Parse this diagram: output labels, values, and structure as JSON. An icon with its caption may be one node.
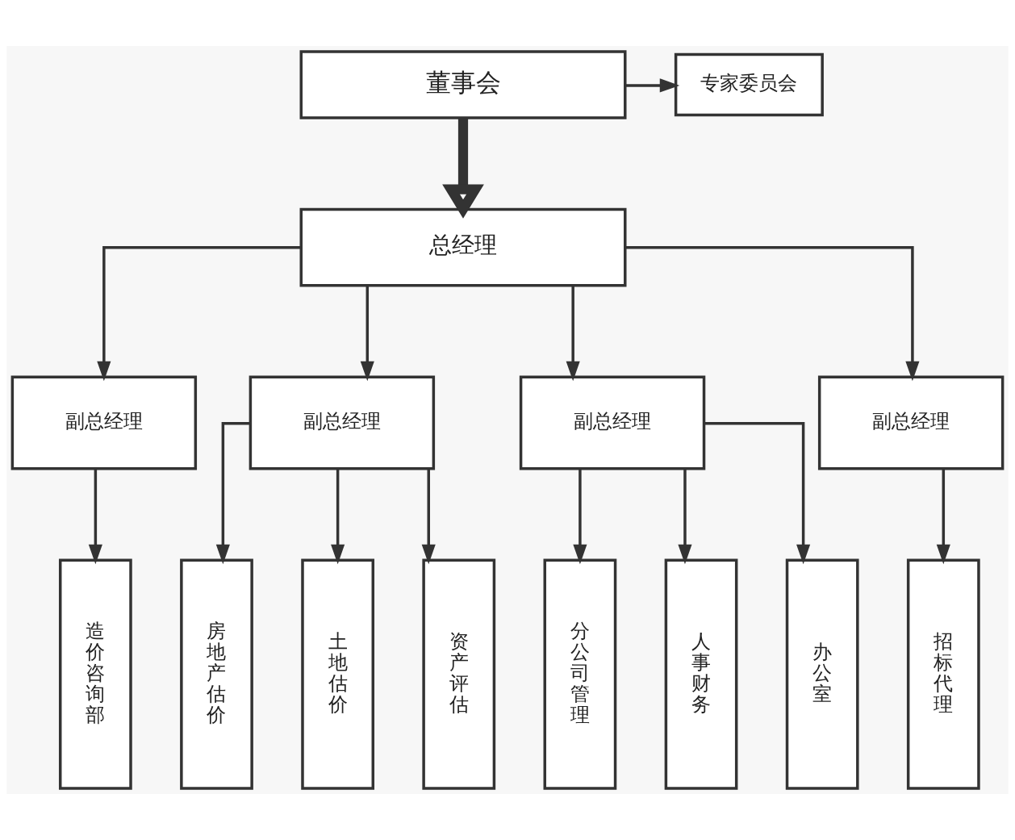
{
  "diagram": {
    "nodes": [
      {
        "text": [
          "董事会"
        ]
      },
      {
        "text": [
          "专家委员会"
        ]
      },
      {
        "text": [
          "总经理"
        ]
      },
      {
        "text": [
          "副总经理"
        ]
      },
      {
        "text": [
          "副总经理"
        ]
      },
      {
        "text": [
          "副总经理"
        ]
      },
      {
        "text": [
          "副总经理"
        ]
      },
      {
        "text": [
          "造价咨询部"
        ]
      },
      {
        "text": [
          "房地产估价"
        ]
      },
      {
        "text": [
          "土地估价"
        ]
      },
      {
        "text": [
          "资产评估"
        ]
      },
      {
        "text": [
          "分公司管理"
        ]
      },
      {
        "text": [
          "人事财务"
        ]
      },
      {
        "text": [
          "办公室"
        ]
      },
      {
        "text": [
          "招标代理"
        ]
      }
    ],
    "edges": [
      {
        "from": 0,
        "to": 2,
        "arrow": "to",
        "style": "thick"
      },
      {
        "from": 0,
        "to": 1,
        "arrow": "to"
      },
      {
        "from": 2,
        "to": 3,
        "arrow": "to"
      },
      {
        "from": 2,
        "to": 4,
        "arrow": "to"
      },
      {
        "from": 2,
        "to": 5,
        "arrow": "to"
      },
      {
        "from": 2,
        "to": 6,
        "arrow": "to"
      },
      {
        "from": 3,
        "to": 7,
        "arrow": "to"
      },
      {
        "from": 4,
        "to": 8,
        "arrow": "to"
      },
      {
        "from": 4,
        "to": 9,
        "arrow": "to"
      },
      {
        "from": 4,
        "to": 10,
        "arrow": "to"
      },
      {
        "from": 5,
        "to": 11,
        "arrow": "to"
      },
      {
        "from": 5,
        "to": 12,
        "arrow": "to"
      },
      {
        "from": 5,
        "to": 13,
        "arrow": "to"
      },
      {
        "from": 6,
        "to": 14,
        "arrow": "to"
      }
    ]
  }
}
